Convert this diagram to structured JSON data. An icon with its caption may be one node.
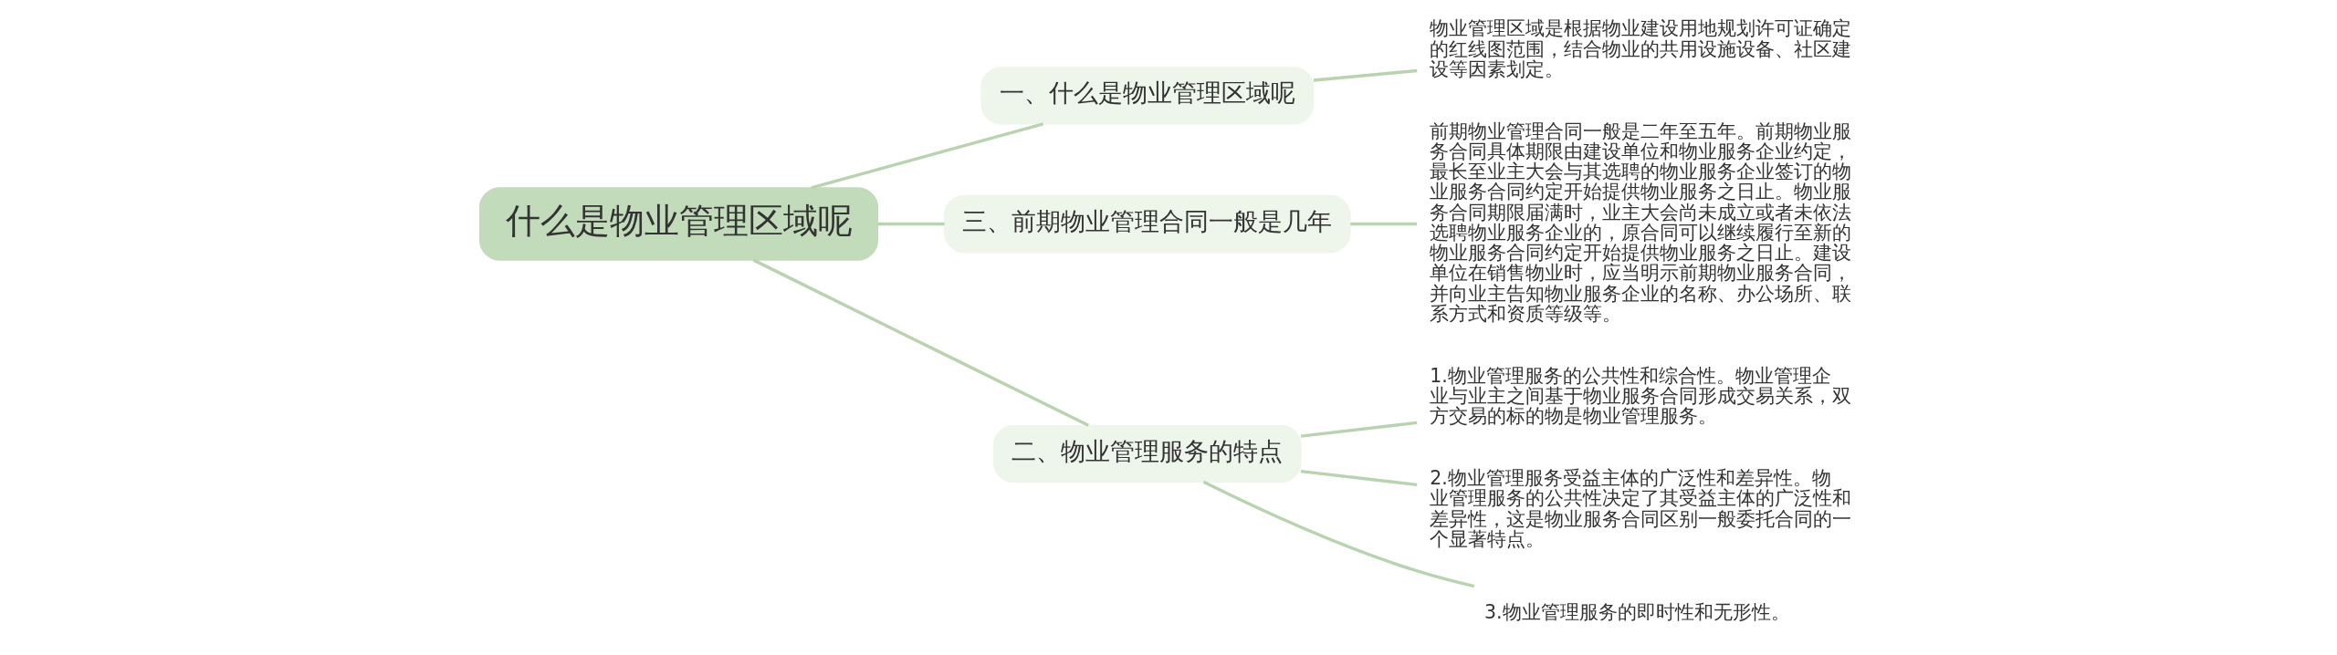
{
  "diagram": {
    "nodes": [
      {
        "text": [
          "什么是物业管理区域呢"
        ]
      },
      {
        "text": [
          "一、什么是物业管理区域呢"
        ]
      },
      {
        "text": [
          "物业管理区域是根据物业建设用地规划许可证确定的红线图范围，结合物业的共用设施设备、社区建设等因素划定。"
        ]
      },
      {
        "text": [
          "三、前期物业管理合同一般是几年"
        ]
      },
      {
        "text": [
          "前期物业管理合同一般是二年至五年。前期物业服务合同具体期限由建设单位和物业服务企业约定，最长至业主大会与其选聘的物业服务企业签订的物业服务合同约定开始提供物业服务之日止。物业服务合同期限届满时，业主大会尚未成立或者未依法选聘物业服务企业的，原合同可以继续履行至新的物业服务合同约定开始提供物业服务之日止。建设单位在销售物业时，应当明示前期物业服务合同，并向业主告知物业服务企业的名称、办公场所、联系方式和资质等级等。"
        ]
      },
      {
        "text": [
          "二、物业管理服务的特点"
        ]
      },
      {
        "text": [
          "1.物业管理服务的公共性和综合性。物业管理企业与业主之间基于物业服务合同形成交易关系，双方交易的标的物是物业管理服务。"
        ]
      },
      {
        "text": [
          "2.物业管理服务受益主体的广泛性和差异性。物业管理服务的公共性决定了其受益主体的广泛性和差异性，这是物业服务合同区别一般委托合同的一个显著特点。"
        ]
      },
      {
        "text": [
          "3.物业管理服务的即时性和无形性。"
        ]
      }
    ],
    "edges": [
      {
        "from": 0,
        "to": 1,
        "arrow": "none"
      },
      {
        "from": 1,
        "to": 2,
        "arrow": "none"
      },
      {
        "from": 0,
        "to": 3,
        "arrow": "none"
      },
      {
        "from": 3,
        "to": 4,
        "arrow": "none"
      },
      {
        "from": 0,
        "to": 5,
        "arrow": "none"
      },
      {
        "from": 5,
        "to": 6,
        "arrow": "none"
      },
      {
        "from": 5,
        "to": 7,
        "arrow": "none"
      },
      {
        "from": 5,
        "to": 8,
        "arrow": "none"
      }
    ]
  }
}
